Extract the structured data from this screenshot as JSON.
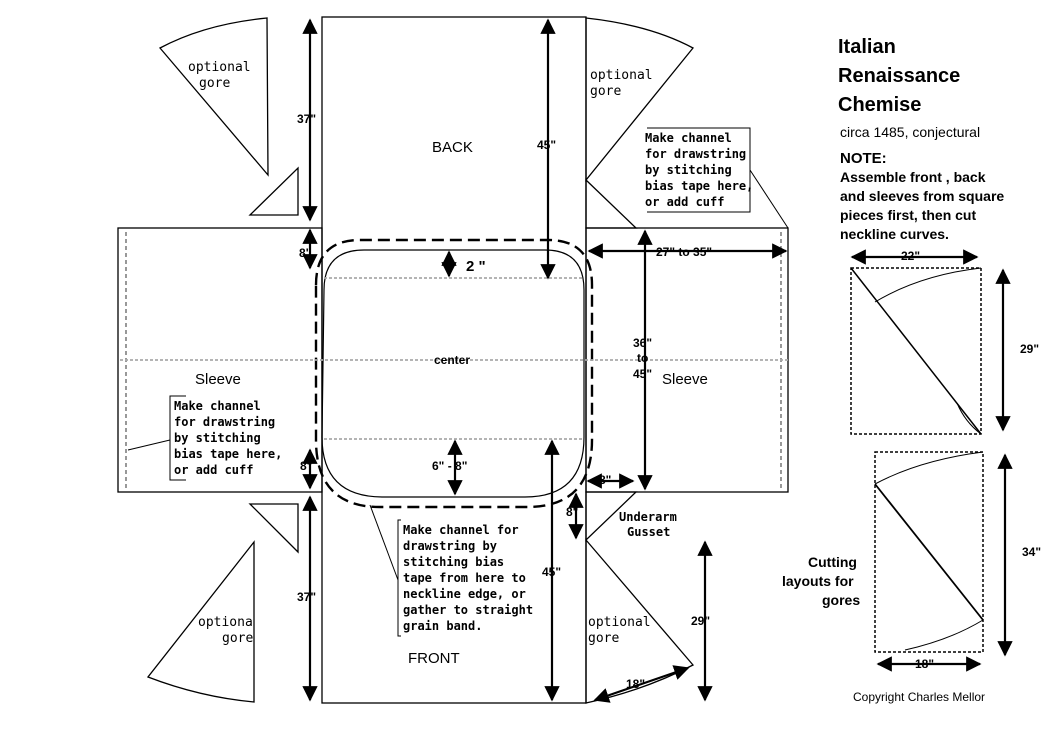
{
  "title": {
    "line1": "Italian",
    "line2": "Renaissance",
    "line3": "Chemise"
  },
  "subtitle": "circa 1485, conjectural",
  "note": {
    "heading": "NOTE:",
    "line1": "Assemble front , back",
    "line2": "and sleeves from square",
    "line3": "pieces first, then cut",
    "line4": "neckline curves."
  },
  "pieces": {
    "back": "BACK",
    "front": "FRONT",
    "sleeve_left": "Sleeve",
    "sleeve_right": "Sleeve",
    "center": "center"
  },
  "gores": {
    "top_left": [
      "optional",
      "gore"
    ],
    "top_right": [
      "optional",
      "gore"
    ],
    "bottom_left": [
      "optiona",
      "gore"
    ],
    "bottom_right": [
      "optional",
      "gore"
    ]
  },
  "gusset": [
    "Underarm",
    "Gusset"
  ],
  "cutting_layouts": [
    "Cutting",
    "layouts for",
    "gores"
  ],
  "channel_notes": {
    "right": [
      "Make channel",
      "for drawstring",
      "by stitching",
      "bias tape here,",
      "or add cuff"
    ],
    "left": [
      "Make channel",
      "for drawstring",
      "by stitching",
      "bias tape here,",
      "or add cuff"
    ],
    "front": [
      "Make channel for",
      "drawstring by",
      "stitching bias",
      "tape from here to",
      "neckline edge, or",
      "gather to straight",
      "grain band."
    ]
  },
  "dimensions": {
    "gore_top_left": "37\"",
    "sleeve_band_top": "8\"",
    "sleeve_band_bottom": "8\"",
    "gore_bottom_left": "37\"",
    "back_length": "45\"",
    "front_length": "45\"",
    "neck_top": "2 \"",
    "neck_front": "6\" - 8\"",
    "sleeve_length": "27\" to 35\"",
    "sleeve_width_a": "36\"",
    "sleeve_width_to": "to",
    "sleeve_width_b": "45\"",
    "gusset_width": "8\"",
    "gusset_height": "8\"",
    "gore_right_height": "29\"",
    "gore_right_width": "18\"",
    "layout1_width": "22\"",
    "layout1_height": "29\"",
    "layout2_height": "34\"",
    "layout2_width": "18\""
  },
  "copyright": "Copyright Charles Mellor"
}
